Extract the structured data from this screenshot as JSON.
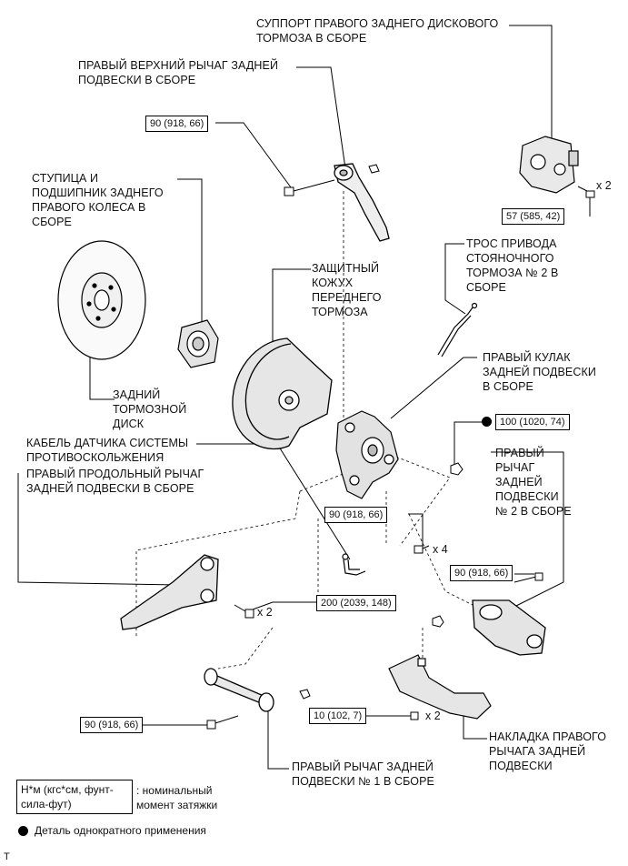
{
  "labels": {
    "caliper": "СУППОРТ ПРАВОГО ЗАДНЕГО ДИСКОВОГО\nТОРМОЗА В СБОРЕ",
    "upper_arm": "ПРАВЫЙ ВЕРХНИЙ РЫЧАГ ЗАДНЕЙ\nПОДВЕСКИ В СБОРЕ",
    "hub": "СТУПИЦА И\nПОДШИПНИК ЗАДНЕГО\nПРАВОГО КОЛЕСА В\nСБОРЕ",
    "shield": "ЗАЩИТНЫЙ\nКОЖУХ\nПЕРЕДНЕГО\nТОРМОЗА",
    "parking_cable": "ТРОС ПРИВОДА\nСТОЯНОЧНОГО\nТОРМОЗА № 2 В\nСБОРЕ",
    "disc": "ЗАДНИЙ\nТОРМОЗНОЙ\nДИСК",
    "knuckle": "ПРАВЫЙ КУЛАК\nЗАДНЕЙ ПОДВЕСКИ\nВ СБОРЕ",
    "abs_cable": "КАБЕЛЬ ДАТЧИКА СИСТЕМЫ\nПРОТИВОСКОЛЬЖЕНИЯ",
    "trailing_arm": "ПРАВЫЙ ПРОДОЛЬНЫЙ РЫЧАГ\nЗАДНЕЙ ПОДВЕСКИ В СБОРЕ",
    "arm_no2": "ПРАВЫЙ\nРЫЧАГ\nЗАДНЕЙ\nПОДВЕСКИ\n№ 2 В СБОРЕ",
    "arm_no1": "ПРАВЫЙ РЫЧАГ ЗАДНЕЙ\nПОДВЕСКИ № 1 В СБОРЕ",
    "cover": "НАКЛАДКА ПРАВОГО\nРЫЧАГА ЗАДНЕЙ\nПОДВЕСКИ"
  },
  "torques": {
    "upper_arm_bolt": "90 (918, 66)",
    "caliper_bolt": "57 (585, 42)",
    "knuckle_bolt": "100 (1020, 74)",
    "hub_bolt": "90 (918, 66)",
    "arm_no2_bolt": "90 (918, 66)",
    "trailing_bolt": "200 (2039, 148)",
    "arm_no1_bolt": "90 (918, 66)",
    "cover_bolt": "10 (102, 7)"
  },
  "multipliers": {
    "caliper": "x 2",
    "hub": "x 4",
    "trailing": "x 2",
    "cover": "x 2"
  },
  "legend": {
    "units": "Н*м (кгс*см, фунт-\nсила-фут)",
    "units_desc": ": номинальный\nмомент затяжки",
    "one_time": "Деталь однократного применения"
  },
  "footer_mark": "T"
}
